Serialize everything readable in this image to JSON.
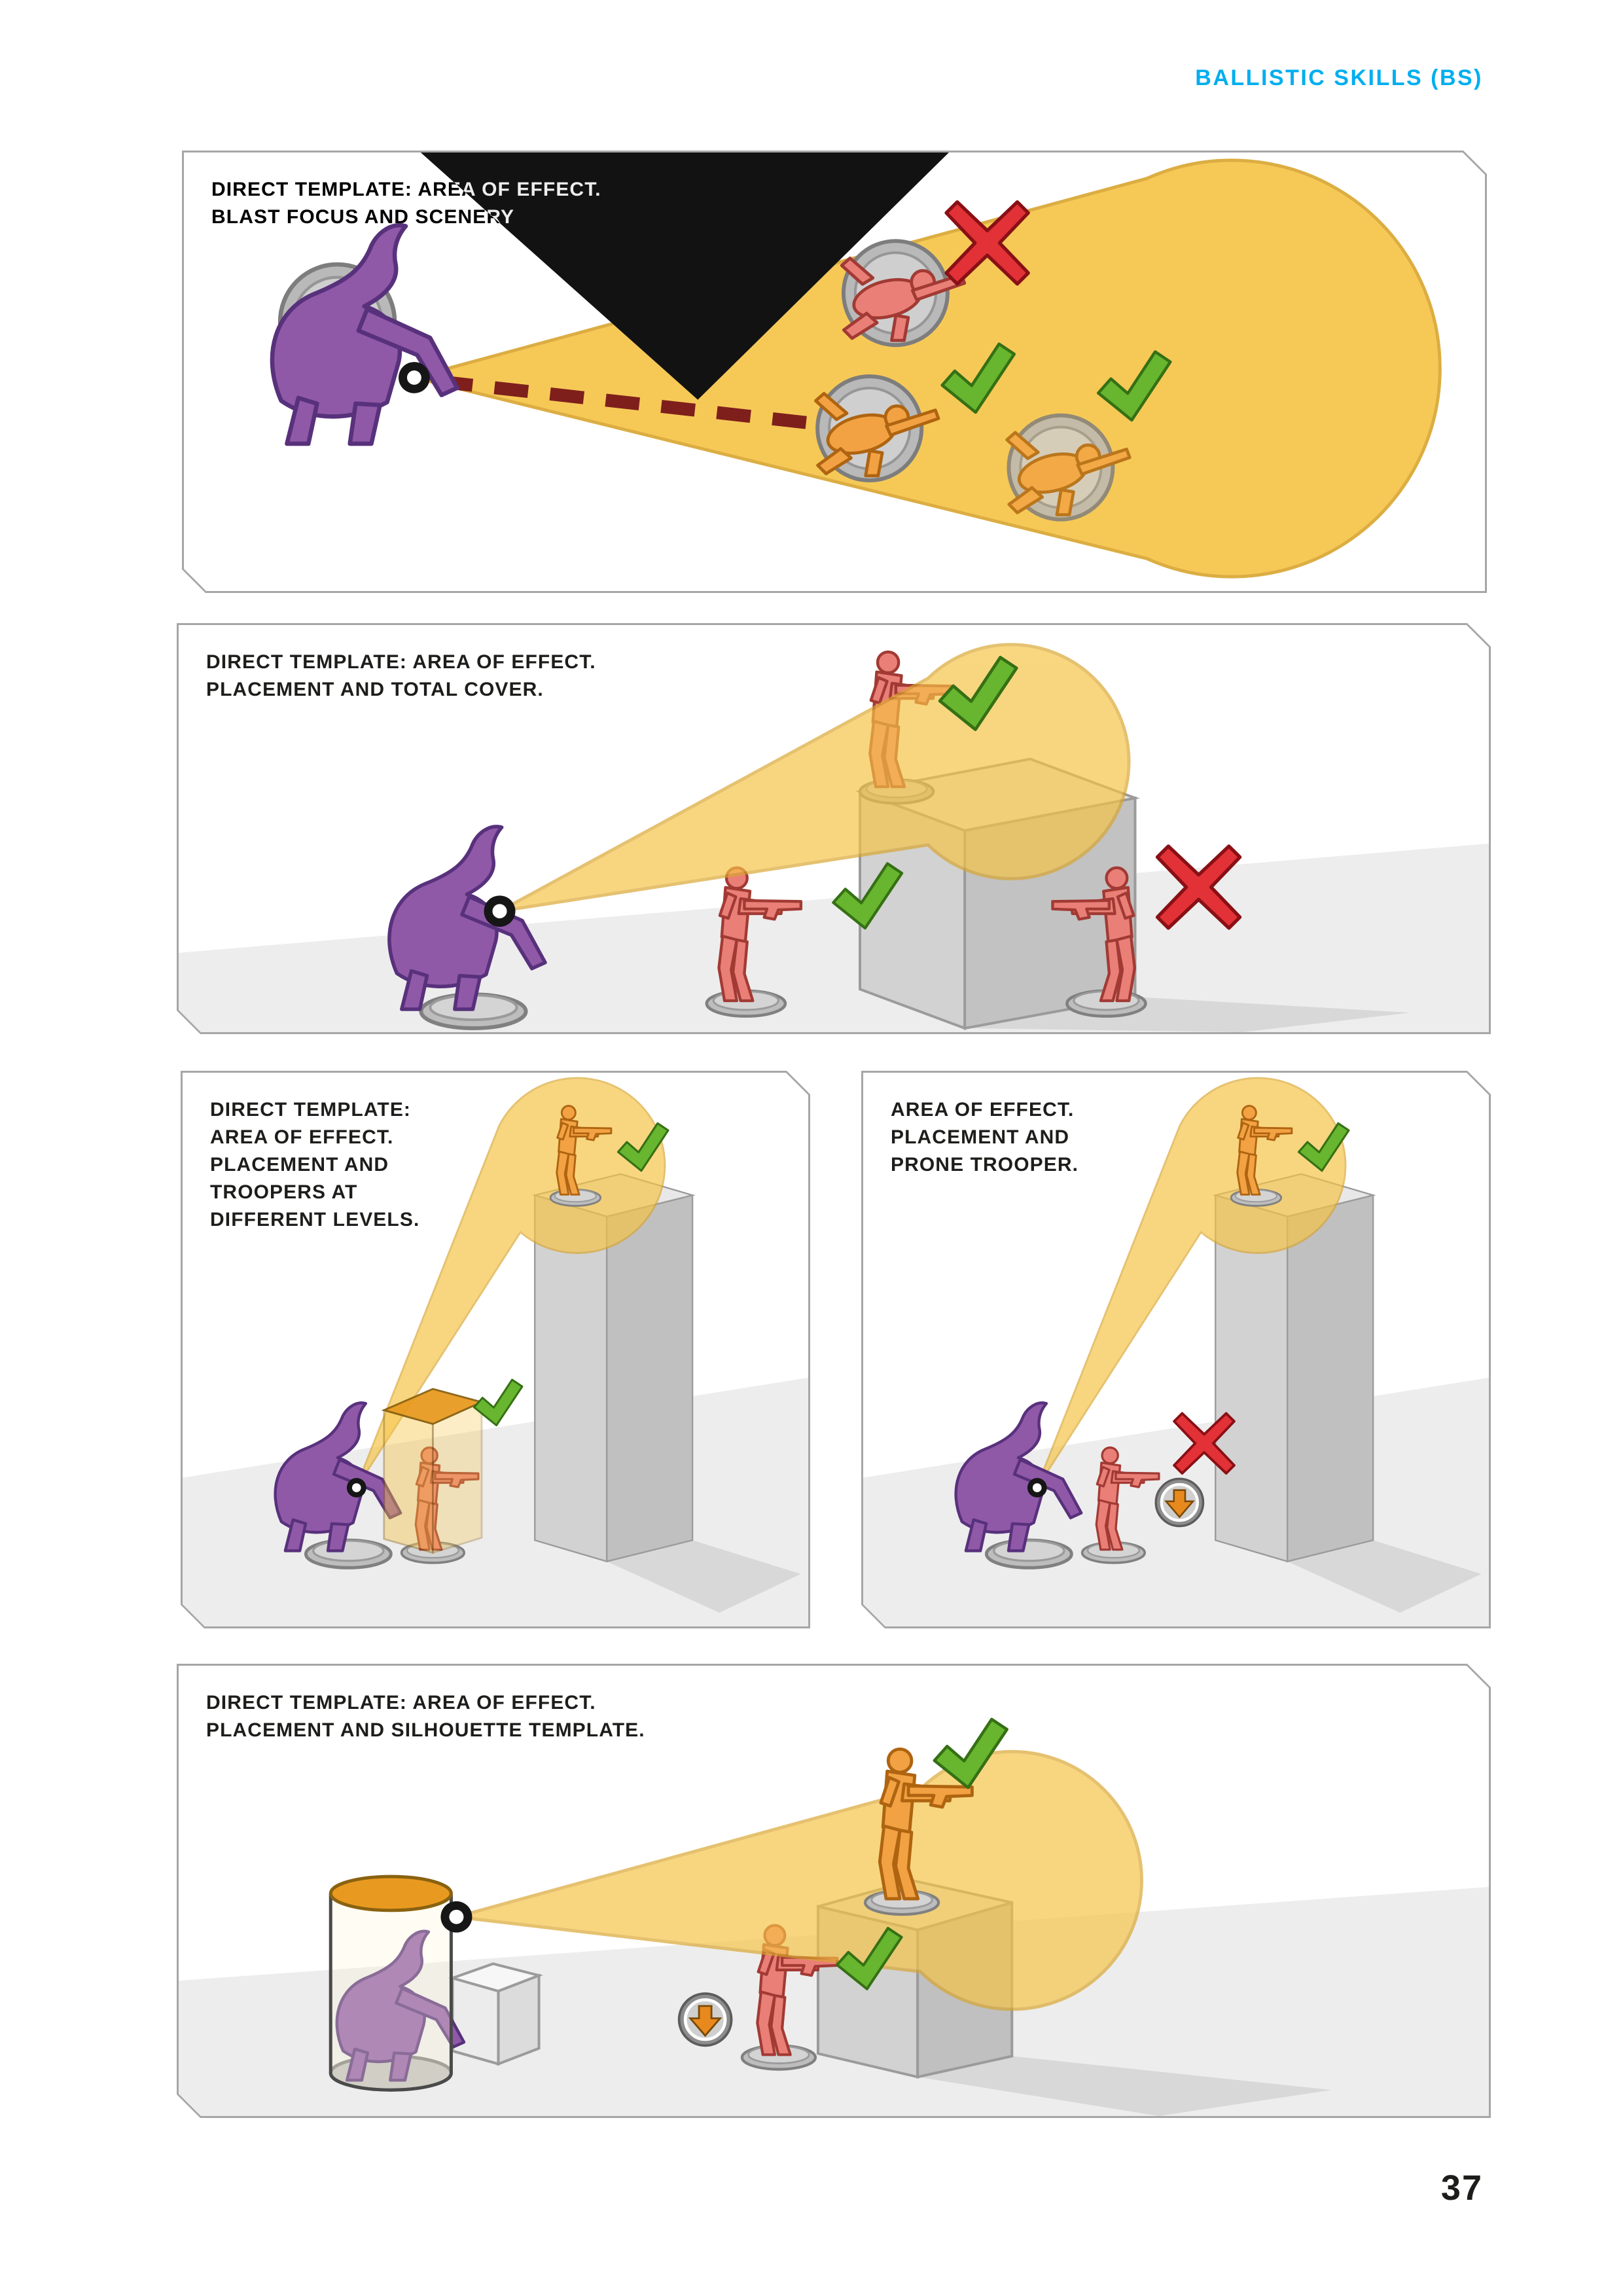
{
  "header": {
    "title": "BALLISTIC SKILLS (BS)"
  },
  "page_number": "37",
  "panels": [
    {
      "name": "blast-focus-and-scenery",
      "caption_lines": [
        "DIRECT TEMPLATE: AREA OF EFFECT.",
        "BLAST FOCUS AND SCENERY"
      ]
    },
    {
      "name": "placement-and-total-cover",
      "caption_lines": [
        "DIRECT TEMPLATE: AREA OF EFFECT.",
        "PLACEMENT AND TOTAL COVER."
      ]
    },
    {
      "name": "troopers-at-different-levels",
      "caption_lines": [
        "DIRECT TEMPLATE:",
        "AREA OF EFFECT.",
        "PLACEMENT AND",
        "TROOPERS AT",
        "DIFFERENT LEVELS."
      ]
    },
    {
      "name": "prone-trooper",
      "caption_lines": [
        "AREA OF EFFECT.",
        "PLACEMENT AND",
        "PRONE TROOPER."
      ]
    },
    {
      "name": "silhouette-template",
      "caption_lines": [
        "DIRECT TEMPLATE: AREA OF EFFECT.",
        "PLACEMENT AND SILHOUETTE TEMPLATE."
      ]
    }
  ],
  "markers": {
    "allowed": "check-icon",
    "not_allowed": "cross-icon",
    "prone": "prone-token-icon",
    "blast_focus": "blast-focus-icon"
  },
  "colors": {
    "heading_cyan": "#00AEEF",
    "template_yellow": "#F6C445",
    "template_edge": "#D9A52E",
    "check_green": "#68B52F",
    "cross_red": "#E23237",
    "alien_purple": "#9059A8",
    "trooper_red": "#EA7F78",
    "trooper_orange": "#F2A243",
    "scenery_black": "#121212",
    "dashed_line_maroon": "#7E1F1C"
  }
}
